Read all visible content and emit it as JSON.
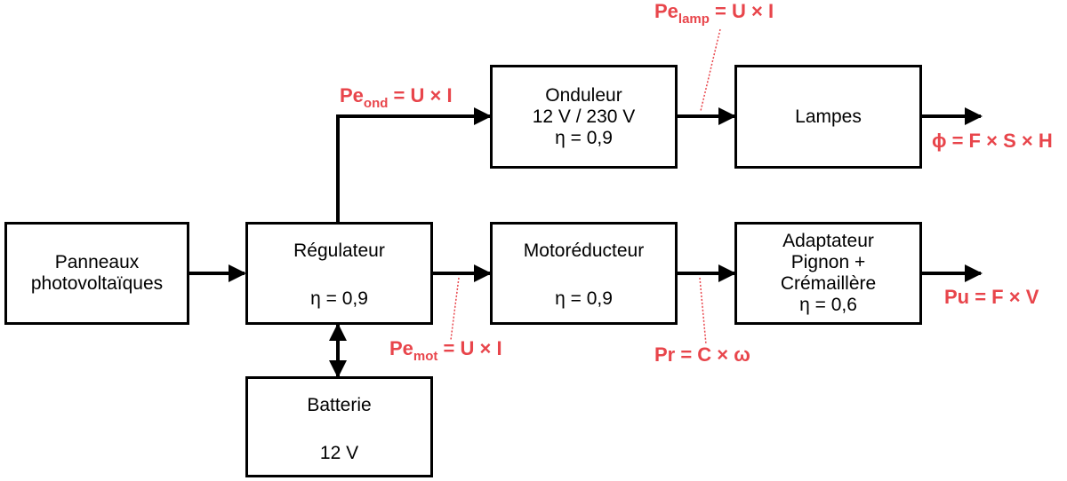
{
  "blocks": {
    "panneaux": {
      "line1": "Panneaux",
      "line2": "photovoltaïques"
    },
    "regulateur": {
      "name": "Régulateur",
      "eta": "η = 0,9"
    },
    "batterie": {
      "name": "Batterie",
      "voltage": "12 V"
    },
    "onduleur": {
      "name": "Onduleur",
      "voltage": "12 V / 230 V",
      "eta": "η = 0,9"
    },
    "lampes": {
      "name": "Lampes"
    },
    "motoreducteur": {
      "name": "Motoréducteur",
      "eta": "η = 0,9"
    },
    "adaptateur": {
      "line1": "Adaptateur",
      "line2": "Pignon +",
      "line3": "Crémaillère",
      "eta": "η = 0,6"
    }
  },
  "labels": {
    "pe_ond": {
      "base": "Pe",
      "sub": "ond",
      "rest": " = U × I"
    },
    "pe_lamp": {
      "base": "Pe",
      "sub": "lamp",
      "rest": " = U × I"
    },
    "pe_mot": {
      "base": "Pe",
      "sub": "mot",
      "rest": " = U × I"
    },
    "pr": "Pr = C × ω",
    "phi": "ϕ = F × S × H",
    "pu": "Pu = F × V"
  },
  "colors": {
    "annotation": "#e8454b",
    "line": "#000000"
  }
}
